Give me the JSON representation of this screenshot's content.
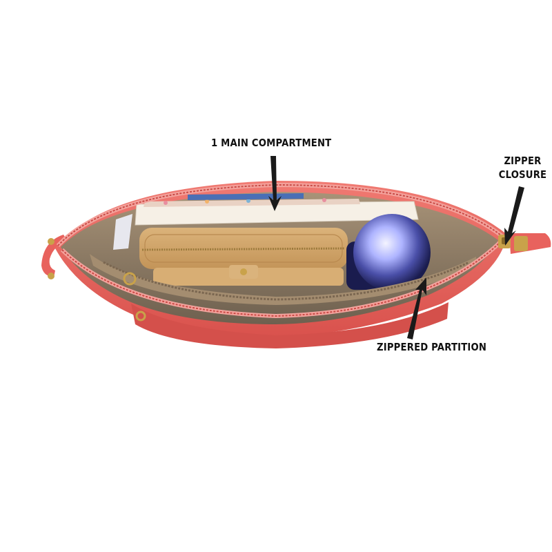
{
  "callouts": {
    "main_compartment": "1 MAIN COMPARTMENT",
    "zipper_closure_line1": "ZIPPER",
    "zipper_closure_line2": "CLOSURE",
    "zippered_partition": "ZIPPERED PARTITION"
  },
  "colors": {
    "bag_coral": "#e8625d",
    "lining_taupe": "#8c7b67",
    "wallet_tan": "#d4a96a",
    "bottle_navy": "#1a1c4e",
    "book_cream": "#f6f0e6",
    "zipper_gold": "#c9a24a"
  }
}
